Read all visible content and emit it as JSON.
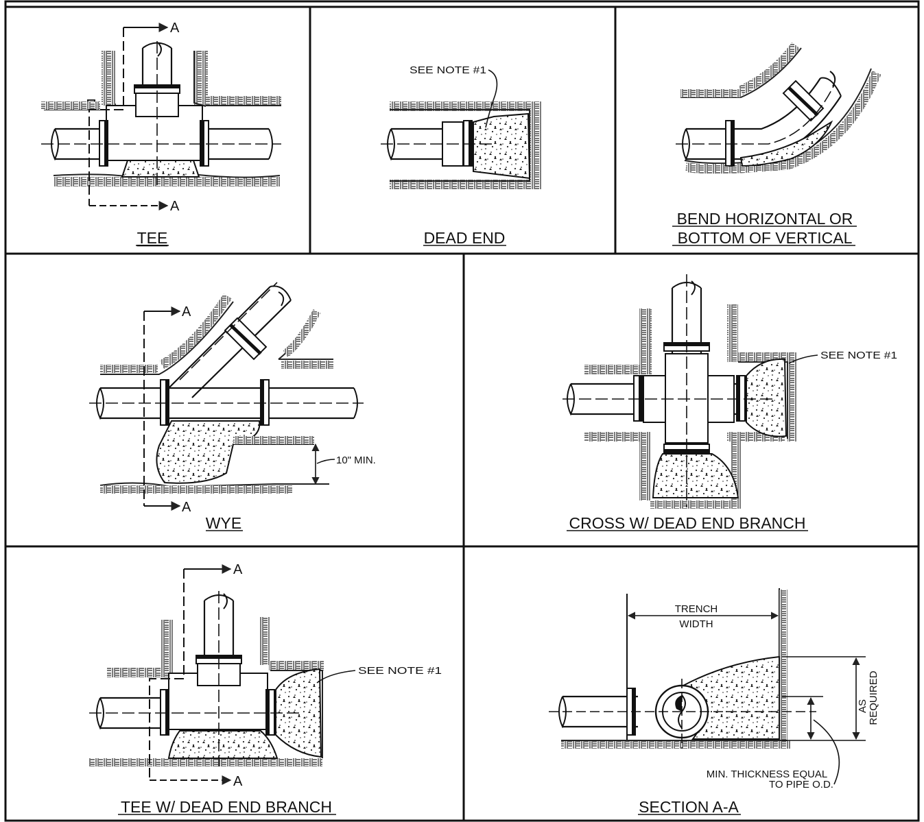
{
  "panels": {
    "tee": {
      "title": "TEE",
      "section_top": "A",
      "section_bottom": "A"
    },
    "dead_end": {
      "title": "DEAD END",
      "note": "SEE NOTE #1"
    },
    "bend": {
      "title_line1": "BEND HORIZONTAL OR",
      "title_line2": "BOTTOM OF VERTICAL"
    },
    "wye": {
      "title": "WYE",
      "section_top": "A",
      "section_bottom": "A",
      "dimension": "10\" MIN."
    },
    "cross": {
      "title": "CROSS W/ DEAD END BRANCH",
      "note": "SEE NOTE #1"
    },
    "tee_dead_end": {
      "title": "TEE W/ DEAD END BRANCH",
      "section_top": "A",
      "section_bottom": "A",
      "note": "SEE NOTE #1"
    },
    "section": {
      "title": "SECTION A-A",
      "trench_line1": "TRENCH",
      "trench_line2": "WIDTH",
      "as_required_line1": "AS",
      "as_required_line2": "REQUIRED",
      "thickness_line1": "MIN. THICKNESS EQUAL",
      "thickness_line2": "TO PIPE O.D."
    }
  }
}
